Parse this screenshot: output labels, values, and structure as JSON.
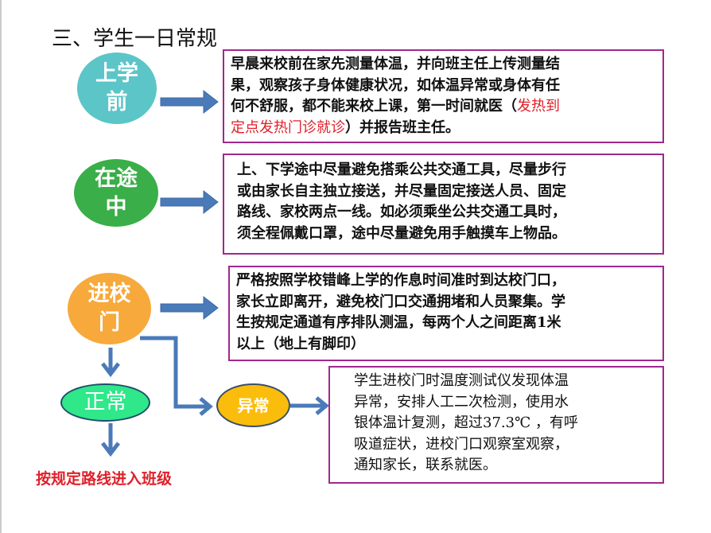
{
  "title": "三、学生一日常规",
  "stages": {
    "before": "上学前",
    "onway": "在途中",
    "gate": "进校门",
    "normal": "正常",
    "abnormal": "异常"
  },
  "box1": {
    "lines": [
      "早晨来校前在家先测量体温，并向班主任上传测量结",
      "果，观察孩子身体健康状况，如体温异常或身体有任"
    ],
    "l3a": "何不舒服，都不能来校上课，第一时间就医（",
    "l3red": "发热到",
    "l4red": "定点发热门诊就诊",
    "l4b": "）并报告班主任。"
  },
  "box2": {
    "lines": [
      "上、下学途中尽量避免搭乘公共交通工具，尽量步行",
      "或由家长自主独立接送，并尽量固定接送人员、固定",
      "路线、家校两点一线。如必须乘坐公共交通工具时，",
      "须全程佩戴口罩，途中尽量避免用手触摸车上物品。"
    ]
  },
  "box3": {
    "lines": [
      "严格按照学校错峰上学的作息时间准时到达校门口，",
      "家长立即离开，避免校门口交通拥堵和人员聚集。学",
      "生按规定通道有序排队测温，每两个人之间距离1米",
      "以上（地上有脚印）"
    ]
  },
  "box4": {
    "lines": [
      "学生进校门时温度测试仪发现体温",
      "异常，安排人工二次检测，使用水",
      "银体温计复测，超过37.3℃ ，有呼",
      "吸道症状，进校门口观察室观察，",
      "通知家长，联系就医。"
    ]
  },
  "normal_route": "按规定路线进入班级"
}
